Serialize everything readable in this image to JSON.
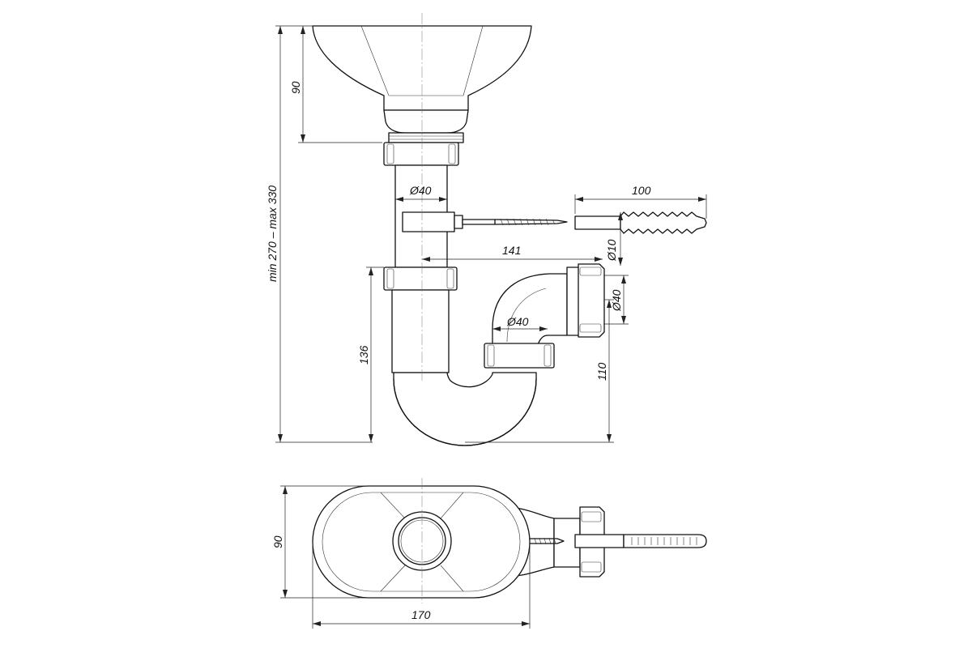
{
  "dimensions": {
    "bowl_height": "90",
    "total_height": "min 270 – max 330",
    "pipe_diameter": "Ø40",
    "dowel_length": "100",
    "dowel_diameter": "Ø10",
    "wall_distance": "141",
    "outlet_diameter": "Ø40",
    "inner_pipe_diameter": "Ø40",
    "lower_height": "136",
    "outlet_height": "110",
    "top_depth": "90",
    "top_width": "170"
  },
  "colors": {
    "line": "#111111",
    "background": "#ffffff"
  }
}
